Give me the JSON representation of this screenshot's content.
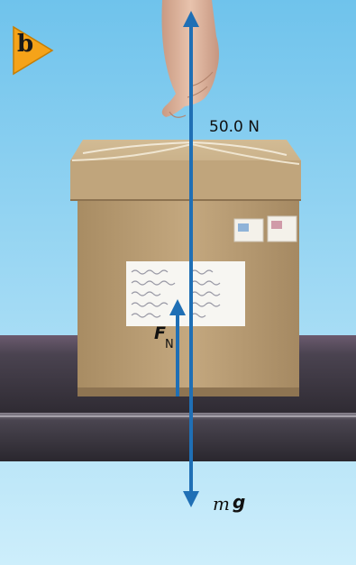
{
  "panel": {
    "badge_label": "b"
  },
  "forces": {
    "applied_label": "50.0 N",
    "normal_symbol": "F",
    "normal_subscript": "N",
    "weight_m": "m",
    "weight_g": "g"
  },
  "colors": {
    "sky_top": "#6fc3ec",
    "sky_bottom": "#cfeefb",
    "belt": "#3a3740",
    "box": "#b89d74",
    "arrow": "#1f6fb5",
    "badge": "#f5a319"
  }
}
